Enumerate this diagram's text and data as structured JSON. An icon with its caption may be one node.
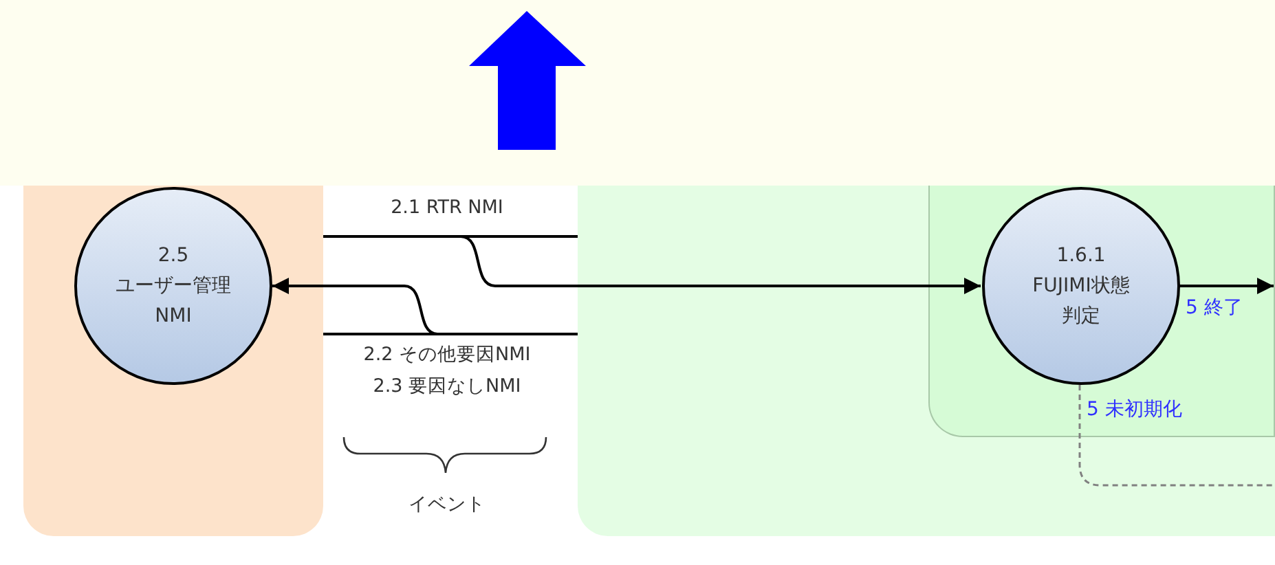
{
  "diagram": {
    "nodes": [
      {
        "text": [],
        "shape": "box"
      },
      {
        "text": [
          "2.5 ユーザー管理 NMI"
        ],
        "in": 0
      },
      {
        "text": [],
        "shape": "box"
      },
      {
        "text": [],
        "shape": "box",
        "in": 2
      },
      {
        "text": [
          "1.6.1 FUJIMI状態判定"
        ],
        "in": 3
      }
    ],
    "edges": [
      {
        "from": 0,
        "to": 4,
        "arrow": "to"
      },
      {
        "from": 2,
        "to": 1,
        "arrow": "to"
      },
      {
        "from": 4,
        "to": null,
        "arrow": "to",
        "label": "5 終了"
      },
      {
        "from": 4,
        "to": null,
        "arrow": "none",
        "label": "5 未初期化",
        "style": "dashed",
        "color": "#808080"
      },
      {
        "from": 0,
        "to": 2,
        "arrow": "none"
      },
      {
        "from": 0,
        "to": 2,
        "arrow": "none"
      }
    ],
    "labels": [
      "2.1 RTR NMI",
      "2.2 その他要因NMI",
      "2.3 要因なしNMI",
      "イベント"
    ]
  }
}
